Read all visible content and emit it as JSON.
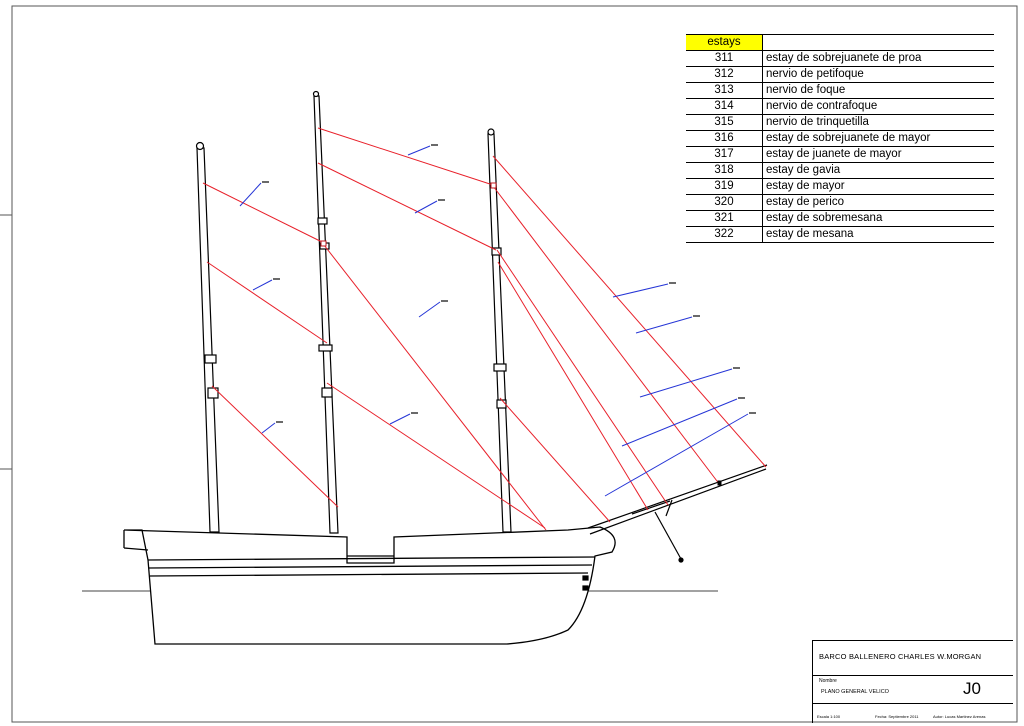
{
  "legend": {
    "header": "estays",
    "rows": [
      {
        "num": "311",
        "desc": "estay de sobrejuanete de proa"
      },
      {
        "num": "312",
        "desc": "nervio de petifoque"
      },
      {
        "num": "313",
        "desc": "nervio de foque"
      },
      {
        "num": "314",
        "desc": "nervio de contrafoque"
      },
      {
        "num": "315",
        "desc": "nervio de trinquetilla"
      },
      {
        "num": "316",
        "desc": "estay de sobrejuanete de mayor"
      },
      {
        "num": "317",
        "desc": "estay de juanete de mayor"
      },
      {
        "num": "318",
        "desc": "estay de gavia"
      },
      {
        "num": "319",
        "desc": "estay de mayor"
      },
      {
        "num": "320",
        "desc": "estay de perico"
      },
      {
        "num": "321",
        "desc": "estay de sobremesana"
      },
      {
        "num": "322",
        "desc": "estay de mesana"
      }
    ]
  },
  "title_block": {
    "ship": "BARCO BALLENERO CHARLES W.MORGAN",
    "sheet_label": "Nombre",
    "sheet": "PLANO GENERAL VELICO",
    "code": "J0",
    "scale": "Escala 1:100",
    "date": "Fecha: Septiembre 2011",
    "author": "Autor: Lucas Martinez Arenas"
  },
  "colors": {
    "stay": "#e8202a",
    "leader": "#2535d6",
    "header_fill": "#ffff00",
    "outline": "#000000"
  }
}
